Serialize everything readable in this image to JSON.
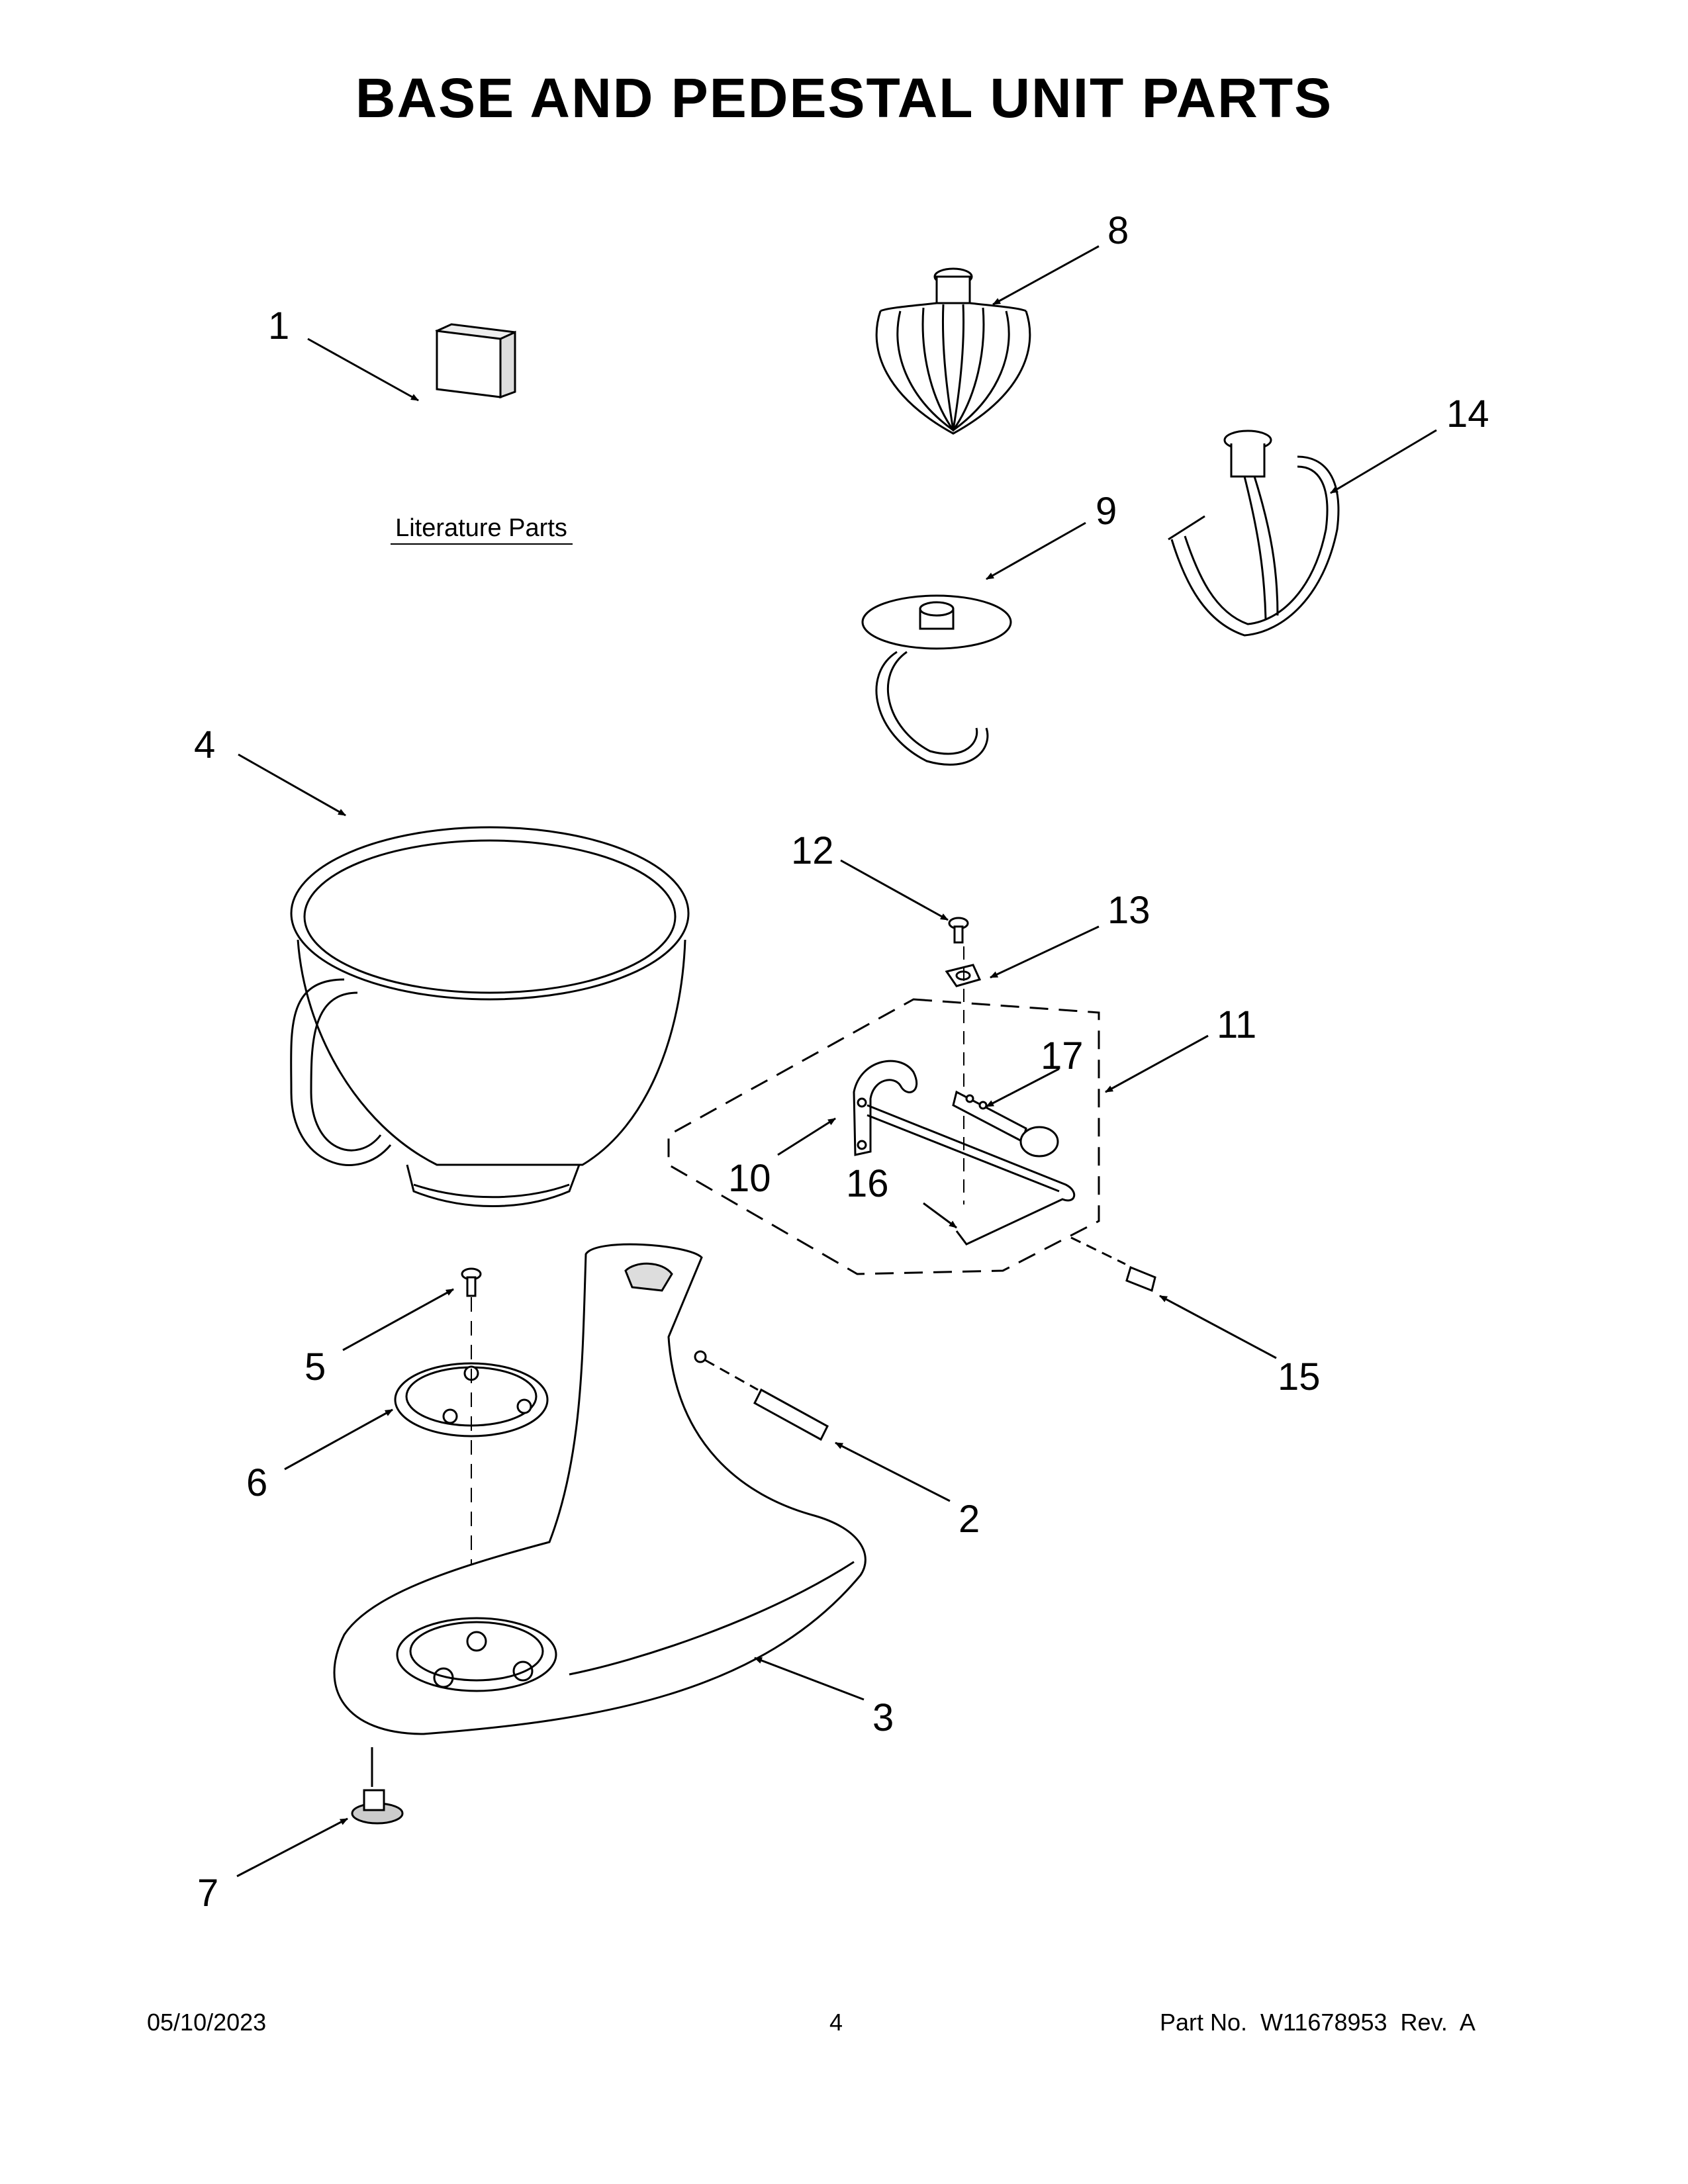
{
  "page": {
    "title": "BASE AND PEDESTAL UNIT PARTS",
    "literature_label": "Literature Parts"
  },
  "callouts": [
    "1",
    "2",
    "3",
    "4",
    "5",
    "6",
    "7",
    "8",
    "9",
    "10",
    "11",
    "12",
    "13",
    "14",
    "15",
    "16",
    "17"
  ],
  "footer": {
    "date": "05/10/2023",
    "page_number": "4",
    "part_no": "Part No.  W11678953  Rev.  A"
  }
}
